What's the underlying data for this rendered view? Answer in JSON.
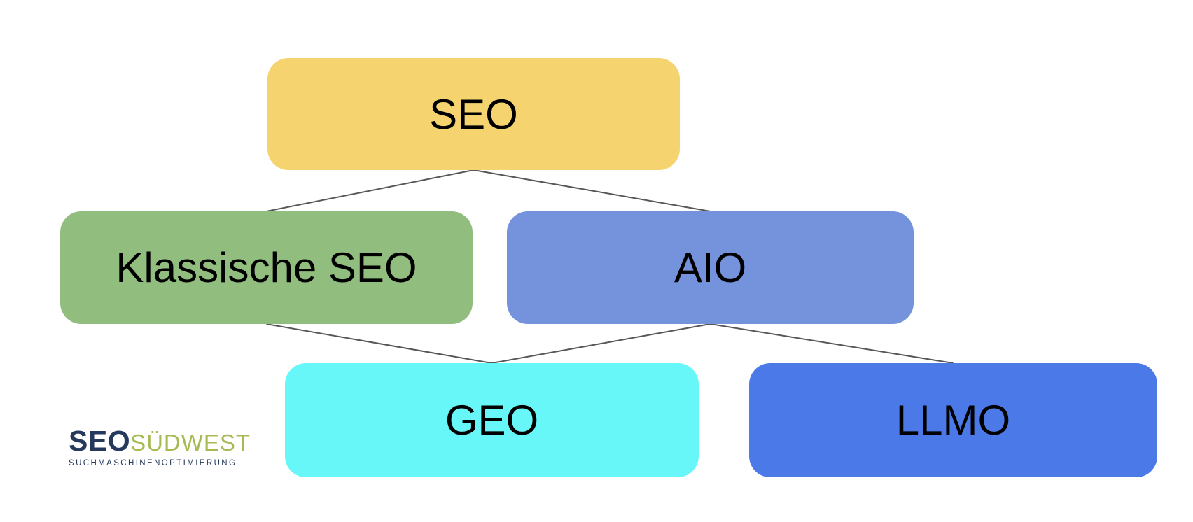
{
  "diagram": {
    "background": "#ffffff",
    "edge_color": "#575757",
    "text_color": "#000000",
    "nodes": [
      {
        "id": "seo",
        "label": "SEO",
        "color": "#F5D36E"
      },
      {
        "id": "klassische-seo",
        "label": "Klassische SEO",
        "color": "#91BD7E"
      },
      {
        "id": "aio",
        "label": "AIO",
        "color": "#7493DC"
      },
      {
        "id": "geo",
        "label": "GEO",
        "color": "#68F7F9"
      },
      {
        "id": "llmo",
        "label": "LLMO",
        "color": "#4B7AE8"
      }
    ],
    "edges": [
      {
        "from": "SEO",
        "to": "Klassische SEO"
      },
      {
        "from": "SEO",
        "to": "AIO"
      },
      {
        "from": "Klassische SEO",
        "to": "GEO"
      },
      {
        "from": "AIO",
        "to": "GEO"
      },
      {
        "from": "AIO",
        "to": "LLMO"
      }
    ]
  },
  "logo": {
    "brand_bold": "SEO",
    "brand_light": "SÜDWEST",
    "subtitle": "SUCHMASCHINENOPTIMIERUNG",
    "navy": "#24395B",
    "green": "#A5BB52"
  }
}
